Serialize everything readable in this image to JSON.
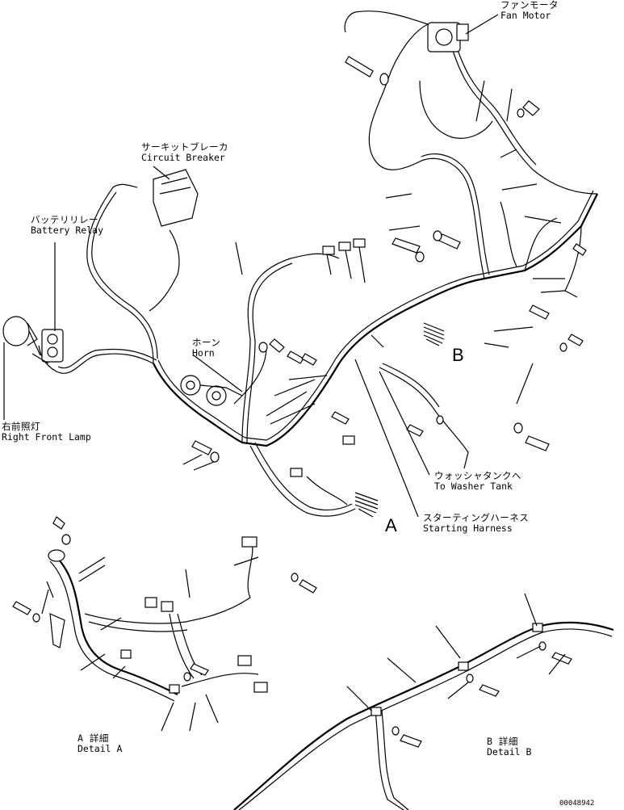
{
  "labels": {
    "fan_motor_jp": "ファンモータ",
    "fan_motor_en": "Fan Motor",
    "circuit_breaker_jp": "サーキットブレーカ",
    "circuit_breaker_en": "Circuit Breaker",
    "battery_relay_jp": "バッテリリレー",
    "battery_relay_en": "Battery Relay",
    "horn_jp": "ホーン",
    "horn_en": "Horn",
    "right_front_lamp_jp": "右前照灯",
    "right_front_lamp_en": "Right Front Lamp",
    "washer_tank_jp": "ウォッシャタンクへ",
    "washer_tank_en": "To Washer Tank",
    "starting_harness_jp": "スターティングハーネス",
    "starting_harness_en": "Starting Harness",
    "detail_a_jp": "A 詳細",
    "detail_a_en": "Detail A",
    "detail_b_jp": "B 詳細",
    "detail_b_en": "Detail B"
  },
  "view_markers": {
    "a": "A",
    "b": "B"
  },
  "drawing_code": "00048942"
}
